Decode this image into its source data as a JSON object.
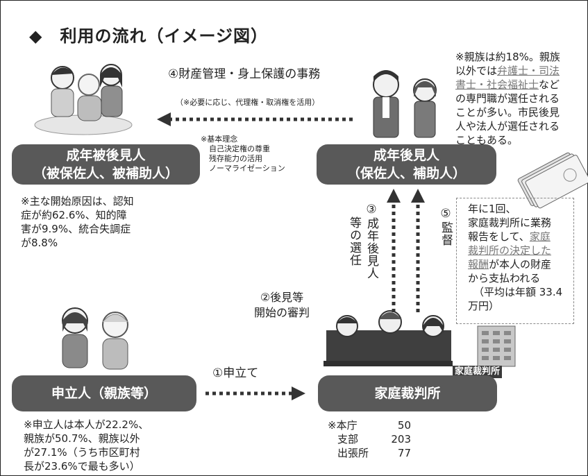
{
  "title": "◆　利用の流れ（イメージ図）",
  "boxes": {
    "ward": [
      "成年被後見人",
      "（被保佐人、被補助人）"
    ],
    "guardian": [
      "成年後見人",
      "（保佐人、補助人）"
    ],
    "petitioner": "申立人（親族等）",
    "court": "家庭裁判所"
  },
  "arrows": {
    "duties": "④財産管理・身上保護の事務",
    "duties_sub": "（※必要に応じ、代理権・取消権を活用）",
    "petition": "①申立て",
    "judgment": [
      "②後見等",
      "開始の審判"
    ],
    "selection": [
      "③成年後見人",
      "等の選任"
    ],
    "supervision": "⑤監督"
  },
  "principles": [
    "※基本理念",
    "自己決定権の尊重",
    "残存能力の活用",
    "ノーマライゼーション"
  ],
  "notes": {
    "guardian_note": {
      "l1_pre": "※親族は",
      "l1_pct": "約18%",
      "l1_post": "。親族",
      "l2_pre": "以外では",
      "l2_u": "弁護士・司法",
      "l3_u": "書士・社会福祉士",
      "l3_post": "など",
      "l4": "の専門職が選任される",
      "l5": "ことが多い。市民後見",
      "l6": "人や法人が選任される",
      "l7": "こともある。"
    },
    "ward_note": [
      "※主な開始原因は、認知",
      "症が約62.6%、知的障",
      "害が9.9%、統合失調症",
      "が8.8%"
    ],
    "report_note": {
      "l1": "年に1回、",
      "l2": "家庭裁判所に業務",
      "l3": "報告をして、",
      "l3_u": "家庭",
      "l4_u": "裁判所の決定した",
      "l5_u": "報酬",
      "l5_post": "が本人の財産",
      "l6": "から支払われる",
      "l7": "（平均は年額 33.4",
      "l8": "万円）"
    },
    "petitioner_note": [
      "※申立人は本人が22.2%、",
      "親族が50.7%、親族以外",
      "が27.1%（うち市区町村",
      "長が23.6%で最も多い）"
    ],
    "court_note": [
      "※本庁",
      "50",
      "支部",
      "203",
      "出張所",
      "77"
    ]
  },
  "court_building_sign": "家庭裁判所"
}
